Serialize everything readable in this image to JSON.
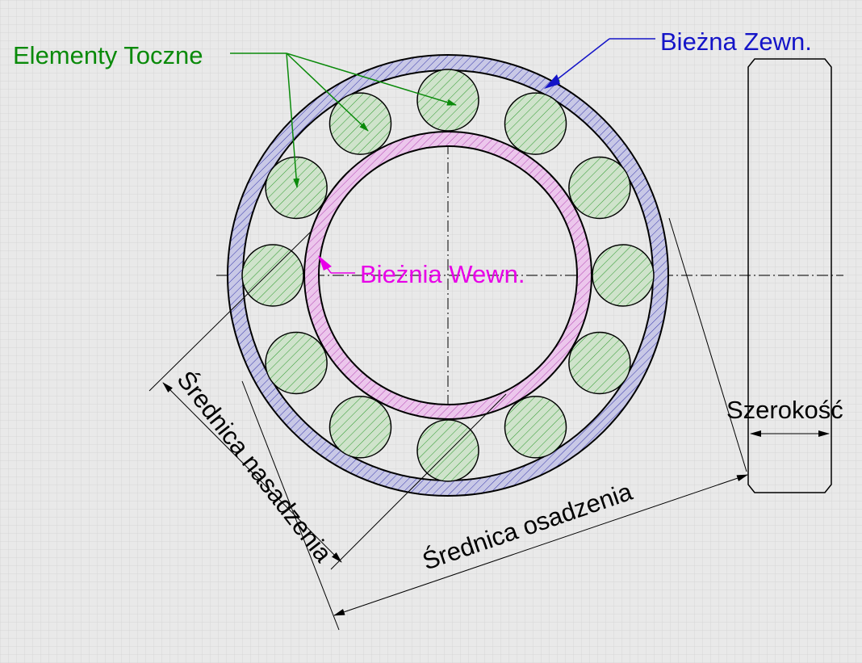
{
  "labels": {
    "rolling_elements": "Elementy Toczne",
    "outer_race": "Bieżna Zewn.",
    "inner_race": "Bieżnia Wewn.",
    "width": "Szerokość",
    "bore_diameter": "Średnica nasadzenia",
    "outside_diameter": "Średnica osadzenia"
  },
  "colors": {
    "background": "#e9e9e9",
    "grid": "#d6d6d6",
    "rolling_elements": "#0a8a0a",
    "outer_race": "#1414c8",
    "inner_race": "#e800e8",
    "ball_fill": "#cfe3cb",
    "outer_fill": "#c8c8e6",
    "inner_fill": "#ecc6ec",
    "lines": "#000000"
  },
  "balls": {
    "count": 12
  }
}
